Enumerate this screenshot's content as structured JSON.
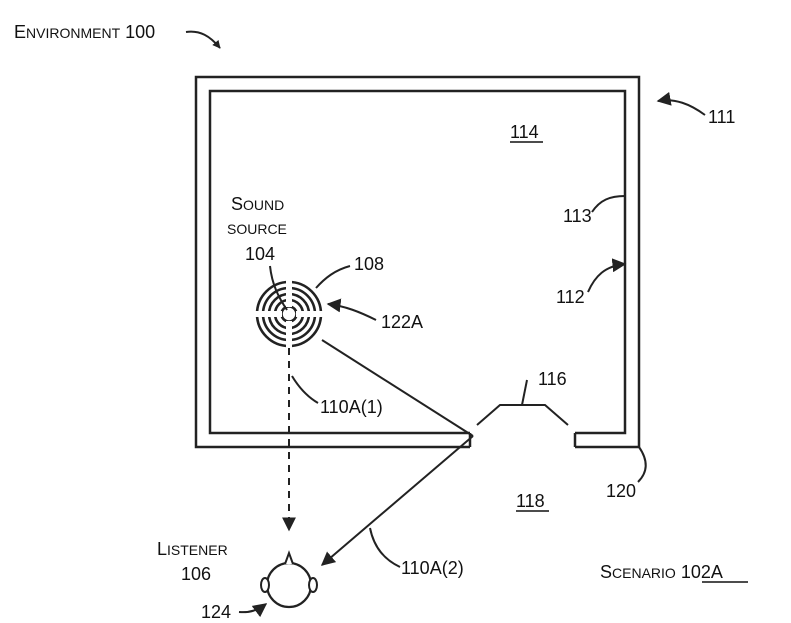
{
  "environment_label": {
    "first_letter": "E",
    "rest": "NVIRONMENT",
    "number": "100"
  },
  "scenario_label": {
    "first_letter": "S",
    "rest": "CENARIO",
    "number": "102A"
  },
  "sound_source_label": {
    "line1_first": "S",
    "line1_rest": "OUND",
    "line2": "SOURCE",
    "number": "104"
  },
  "listener_label": {
    "first_letter": "L",
    "rest": "ISTENER",
    "number": "106"
  },
  "reference_labels": {
    "room": "114",
    "outside": "118",
    "structure": "111",
    "wall_outer": "112",
    "wall_inner": "113",
    "opening": "116",
    "wall_end": "120",
    "rings": "108",
    "source_arrow": "122A",
    "direct_path": "110A(1)",
    "reflected_path": "110A(2)",
    "listener_arrow": "124"
  }
}
